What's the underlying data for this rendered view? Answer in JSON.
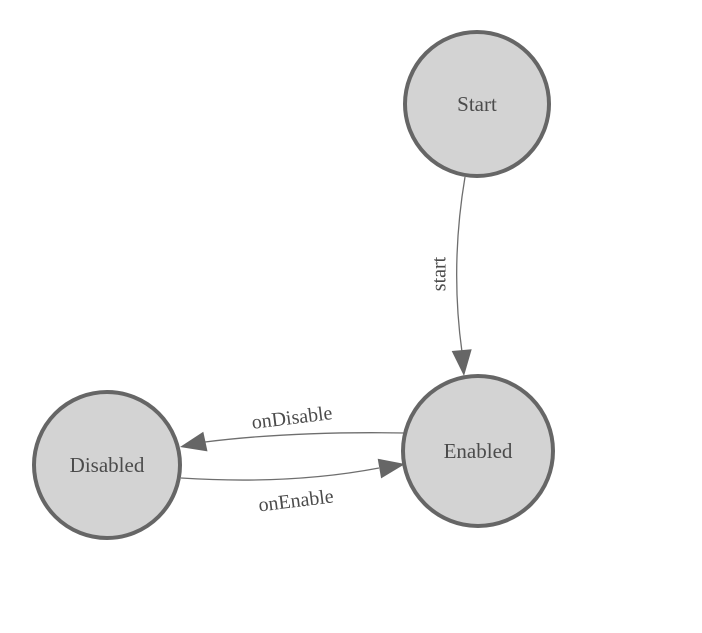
{
  "diagram": {
    "type": "state-machine",
    "nodes": [
      {
        "id": "start-node",
        "label": "Start"
      },
      {
        "id": "enabled-node",
        "label": "Enabled"
      },
      {
        "id": "disabled-node",
        "label": "Disabled"
      }
    ],
    "edges": [
      {
        "label": "start",
        "from": "Start",
        "to": "Enabled"
      },
      {
        "label": "onDisable",
        "from": "Enabled",
        "to": "Disabled"
      },
      {
        "label": "onEnable",
        "from": "Disabled",
        "to": "Enabled"
      }
    ],
    "colors": {
      "node_fill": "#d3d3d3",
      "node_stroke": "#666666",
      "edge": "#6e6e6e",
      "arrow": "#666666",
      "label": "#4b4b4b",
      "background": "#ffffff"
    }
  }
}
